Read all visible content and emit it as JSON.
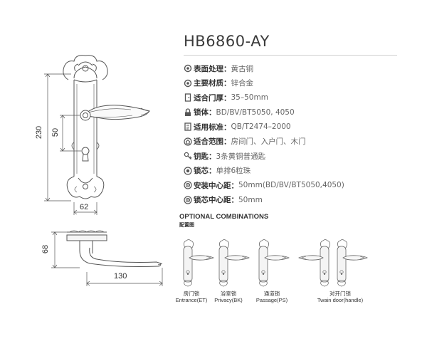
{
  "product": {
    "model": "HB6860-AY"
  },
  "specs": [
    {
      "icon": "gear-icon",
      "label": "表面处理：",
      "value": "黄古铜"
    },
    {
      "icon": "gear-icon",
      "label": "主要材质：",
      "value": "锌合金"
    },
    {
      "icon": "door-icon",
      "label": "适合门厚：",
      "value": "35–50mm"
    },
    {
      "icon": "lock-icon",
      "label": "锁体：",
      "value": "BD/BV/BT5050, 4050"
    },
    {
      "icon": "standard-icon",
      "label": "适用标准：",
      "value": "QB/T2474–2000"
    },
    {
      "icon": "house-icon",
      "label": "适合范围：",
      "value": "房间门、入户门、木门"
    },
    {
      "icon": "key-icon",
      "label": "钥匙：",
      "value": "3条黄铜普通匙"
    },
    {
      "icon": "cylinder-icon",
      "label": "锁芯：",
      "value": "单排6粒珠"
    },
    {
      "icon": "target-icon",
      "label": "安装中心距：",
      "value": "50mm(BD/BV/BT5050,4050)"
    },
    {
      "icon": "target-icon",
      "label": "锁芯中心距：",
      "value": "50mm"
    }
  ],
  "dimensions": {
    "plate_height": "230",
    "center_distance": "50",
    "plate_width": "62",
    "handle_depth": "68",
    "handle_length": "130"
  },
  "optional": {
    "title": "OPTIONAL COMBINATIONS",
    "subtitle": "配置图",
    "combos": [
      {
        "cn": "房门锁",
        "en": "Entrance(ET)"
      },
      {
        "cn": "浴室锁",
        "en": "Privacy(BK)"
      },
      {
        "cn": "通道锁",
        "en": "Passage(PS)"
      },
      {
        "cn": "对开门锁",
        "en": "Twain door(handle)"
      }
    ]
  },
  "colors": {
    "line": "#555555",
    "text": "#444444",
    "rule": "#cfcfcf"
  }
}
